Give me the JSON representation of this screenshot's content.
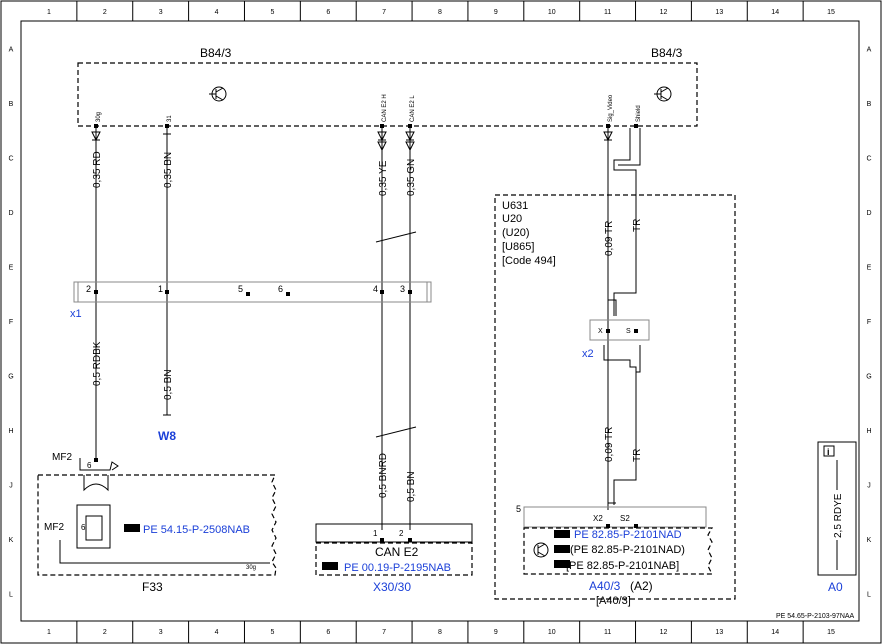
{
  "frame": {
    "columns": [
      "1",
      "2",
      "3",
      "4",
      "5",
      "6",
      "7",
      "8",
      "9",
      "10",
      "11",
      "12",
      "13",
      "14",
      "15"
    ],
    "rows": [
      "A",
      "B",
      "C",
      "D",
      "E",
      "F",
      "G",
      "H",
      "J",
      "K",
      "L"
    ]
  },
  "modules": {
    "top_left_label": "B84/3",
    "top_right_label": "B84/3",
    "pins": [
      "30g",
      "31",
      "CAN E2 H",
      "CAN E2 L",
      "Sig_Video",
      "Shield"
    ]
  },
  "wires": {
    "upper": [
      "0,35 RD",
      "0,35 BN",
      "0,35 YE",
      "0,35 GN",
      "0,09 TR",
      "TR"
    ],
    "lower": [
      "0,5 RDBK",
      "0,5 BN",
      "0,5 BNRD",
      "0,5 BN",
      "0,09 TR",
      "TR"
    ]
  },
  "connector_x1": {
    "label": "x1",
    "pins": [
      "2",
      "1",
      "5",
      "6",
      "4",
      "3"
    ]
  },
  "ground_w8": "W8",
  "code_box": [
    "U631",
    "U20",
    "(U20)",
    "[U865]",
    "[Code 494]"
  ],
  "connector_x2": {
    "label": "x2",
    "pins": [
      "X",
      "S"
    ]
  },
  "f33": {
    "mf2_top": "MF2",
    "mf2_side": "MF2",
    "pin6_top": "6",
    "pin6_inner": "6",
    "ref": "PE 54.15-P-2508NAB",
    "terminal": "30g",
    "caption": "F33"
  },
  "can_e2": {
    "pins": [
      "1",
      "2"
    ],
    "title": "CAN E2",
    "ref": "PE 00.19-P-2195NAB",
    "caption": "X30/30"
  },
  "a40": {
    "pin5": "5",
    "pin_labels": [
      "X2",
      "S2"
    ],
    "refs": [
      "PE 82.85-P-2101NAD",
      "(PE 82.85-P-2101NAD)",
      "[PE 82.85-P-2101NAB]"
    ],
    "caption1": "A40/3",
    "caption2": "(A2)",
    "caption3": "[A40/3]"
  },
  "legend_box": {
    "info": "i",
    "wire": "2,5 RDYE",
    "caption": "A0"
  },
  "doc_id": "PE 54.65-P-2103-97NAA"
}
